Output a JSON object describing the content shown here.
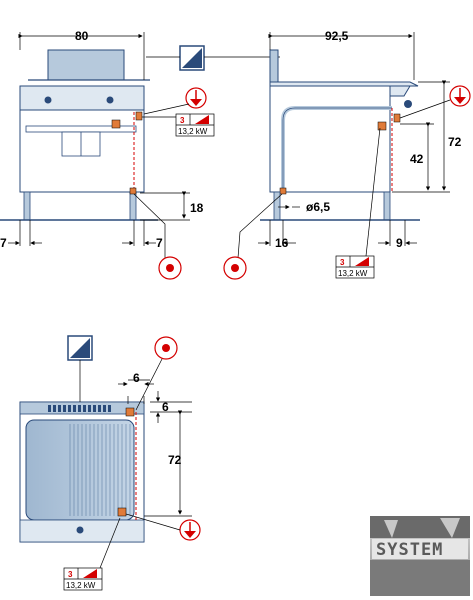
{
  "front_view": {
    "width_label": "80",
    "leg_height_label": "18",
    "left_offset_label": "7",
    "right_offset_label": "7"
  },
  "side_view": {
    "depth_label": "92,5",
    "height_label": "72",
    "connection_height_label": "42",
    "pipe_diameter_label": "ø6,5",
    "back_offset_label": "16",
    "front_offset_label": "9"
  },
  "top_view": {
    "offset_x_label": "6",
    "offset_y_label": "6",
    "depth_label": "72"
  },
  "power_labels": [
    {
      "phase": "3",
      "power": "13,2 kW"
    },
    {
      "phase": "3",
      "power": "13,2 kW"
    },
    {
      "phase": "3",
      "power": "13,2 kW"
    }
  ],
  "logo": {
    "text": "SYSTEM"
  },
  "colors": {
    "line": "#2a4a7a",
    "symbol_red": "#d40000",
    "plate": "#a9c1d9",
    "connector": "#e07b39"
  }
}
